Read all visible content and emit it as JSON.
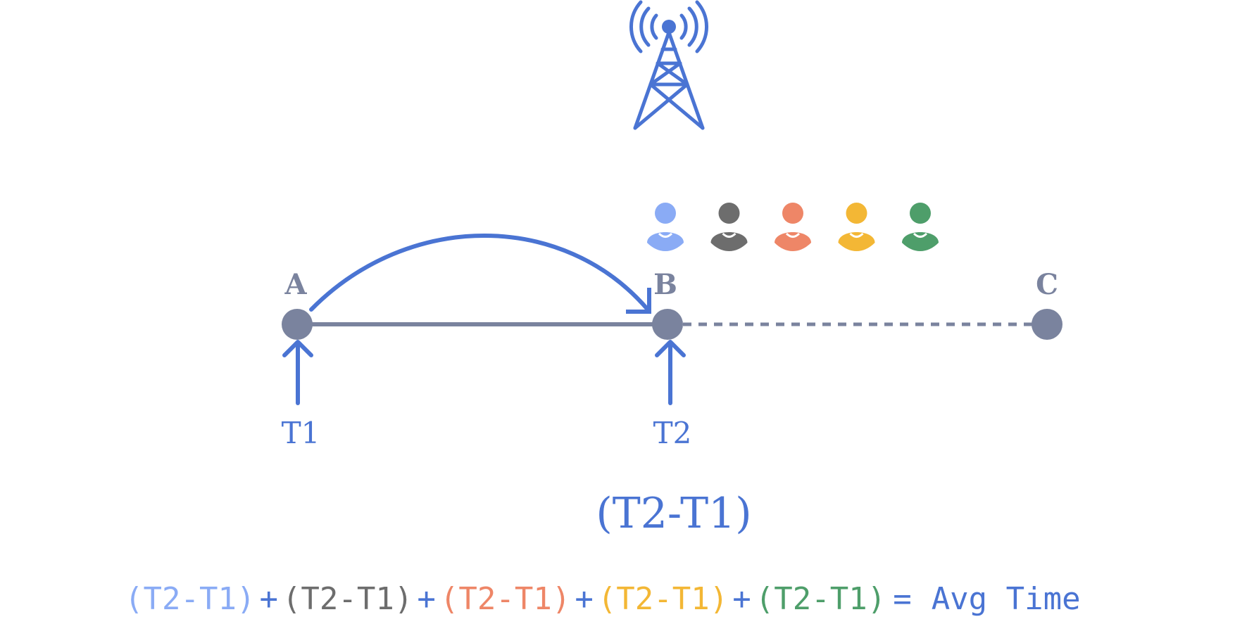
{
  "nodes": {
    "a": "A",
    "b": "B",
    "c": "C"
  },
  "times": {
    "t1": "T1",
    "t2": "T2"
  },
  "center_equation": "(T2-T1)",
  "users": [
    {
      "name": "user-blue",
      "color": "#8AABF5"
    },
    {
      "name": "user-gray",
      "color": "#6D6D6D"
    },
    {
      "name": "user-orange",
      "color": "#EE8667"
    },
    {
      "name": "user-yellow",
      "color": "#F3B735"
    },
    {
      "name": "user-green",
      "color": "#4E9E6A"
    }
  ],
  "bottom_equation": {
    "terms": [
      {
        "text": "(T2-T1)",
        "color": "#8AABF5"
      },
      {
        "text": "(T2-T1)",
        "color": "#6D6D6D"
      },
      {
        "text": "(T2-T1)",
        "color": "#EE8667"
      },
      {
        "text": "(T2-T1)",
        "color": "#F3B735"
      },
      {
        "text": "(T2-T1)",
        "color": "#4E9E6A"
      }
    ],
    "plus": "+",
    "equals": "=",
    "result": "Avg Time"
  },
  "colors": {
    "accent": "#4A74D3",
    "node": "#7A839E",
    "operator": "#4A74D3"
  },
  "icons": {
    "tower": "cell-tower-icon"
  }
}
